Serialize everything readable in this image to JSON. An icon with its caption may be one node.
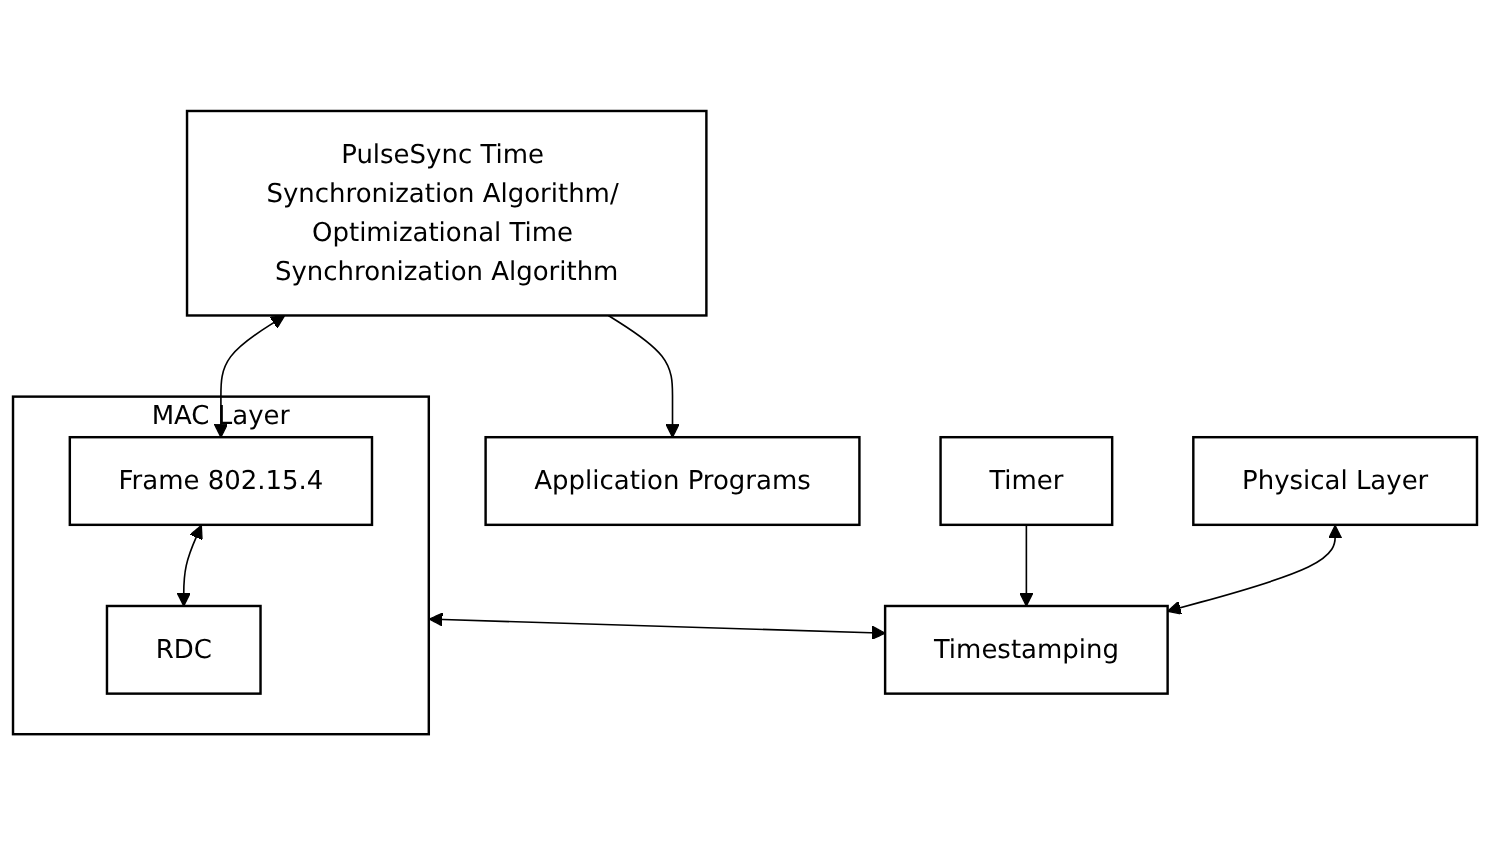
{
  "diagram": {
    "nodes": [
      {
        "text": [
          "PulseSync Time Synchronization Algorithm/ Optimizational Time Synchronization Algorithm"
        ]
      },
      {
        "text": [
          "Application Programs"
        ]
      },
      {
        "text": [
          "MAC Layer"
        ]
      },
      {
        "text": [
          "Frame 802.15.4"
        ],
        "in": 2
      },
      {
        "text": [
          "RDC"
        ],
        "in": 2
      },
      {
        "text": [
          "Timestamping"
        ]
      },
      {
        "text": [
          "Timer"
        ]
      },
      {
        "text": [
          "Physical Layer"
        ]
      }
    ],
    "edges": [
      {
        "from": 0,
        "to": 1,
        "arrow": "to"
      },
      {
        "from": 0,
        "to": 3,
        "arrow": "both"
      },
      {
        "from": 3,
        "to": 4,
        "arrow": "both"
      },
      {
        "from": 2,
        "to": 5,
        "arrow": "both"
      },
      {
        "from": 6,
        "to": 5,
        "arrow": "to"
      },
      {
        "from": 7,
        "to": 5,
        "arrow": "both"
      }
    ]
  }
}
